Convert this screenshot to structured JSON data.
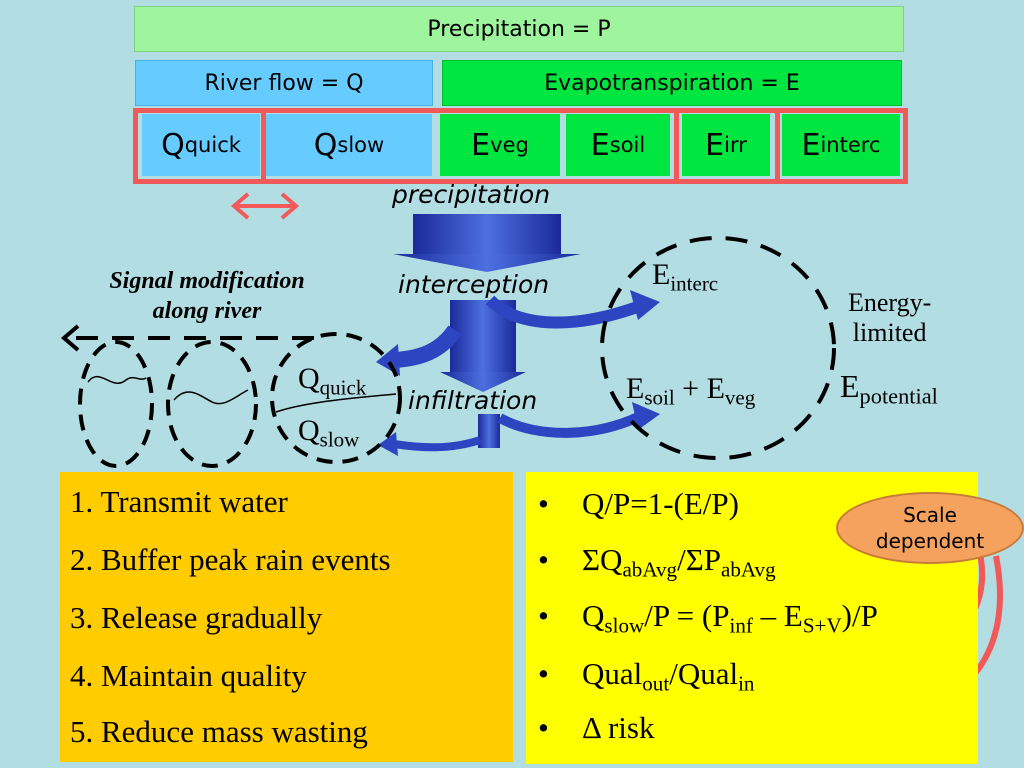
{
  "header": {
    "precipitation": "Precipitation = P",
    "river_flow": "River flow = Q",
    "evapotranspiration": "Evapotranspiration = E"
  },
  "components": [
    {
      "base": "Q",
      "sub": "quick"
    },
    {
      "base": "Q",
      "sub": "slow"
    },
    {
      "base": "E",
      "sub": "veg"
    },
    {
      "base": "E",
      "sub": "soil"
    },
    {
      "base": "E",
      "sub": "irr"
    },
    {
      "base": "E",
      "sub": "interc"
    }
  ],
  "diagram": {
    "precipitation": "precipitation",
    "interception": "interception",
    "infiltration": "infiltration",
    "e_interc": {
      "base": "E",
      "sub": "interc"
    },
    "energy_limited": [
      "Energy-",
      "limited"
    ],
    "e_soil_veg": {
      "a": "E",
      "a_sub": "soil",
      "op": " + E",
      "b_sub": "veg"
    },
    "e_potential": {
      "base": "E",
      "sub": "potential"
    },
    "signal": [
      "Signal modification",
      "along river"
    ],
    "q_quick": {
      "base": "Q",
      "sub": "quick"
    },
    "q_slow": {
      "base": "Q",
      "sub": "slow"
    }
  },
  "functions": [
    "1. Transmit water",
    "2. Buffer peak rain events",
    "3. Release gradually",
    "4. Maintain quality",
    "5. Reduce mass wasting"
  ],
  "indicators": {
    "bullet": "•",
    "i1": "Q/P=1-(E/P)",
    "i2": {
      "a": "ΣQ",
      "a_sub": "abAvg",
      "b": "/ΣP",
      "b_sub": "abAvg"
    },
    "i3": {
      "a": "Q",
      "a_sub": "slow",
      "b": "/P = (P",
      "b_sub": "inf",
      "c": " – E",
      "c_sub": "S+V",
      "d": ")/P"
    },
    "i4": {
      "a": "Qual",
      "a_sub": "out",
      "b": "/Qual",
      "b_sub": "in"
    },
    "i5": "Δ risk"
  },
  "scale_label": [
    "Scale",
    "dependent"
  ],
  "colors": {
    "background": "#b2dde3",
    "precip_green": "#9ef59e",
    "river_blue": "#66ccff",
    "evap_green": "#00e640",
    "frame_red": "#f25a5a",
    "flow_blue": "#2233aa",
    "orange_panel": "#ffcc00",
    "yellow_panel": "#ffff00",
    "scale_oval": "#f5a25f"
  }
}
